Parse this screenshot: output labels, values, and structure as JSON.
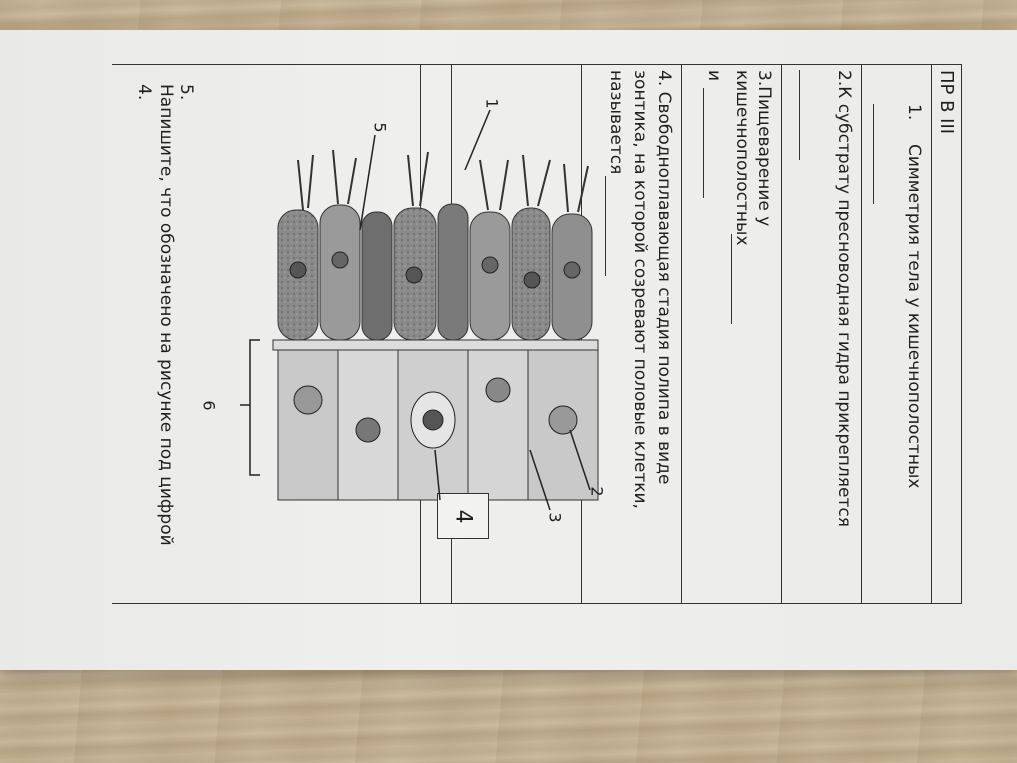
{
  "worksheet": {
    "header": "ПР В III",
    "q1": {
      "number": "1.",
      "text": "Симметрия тела у кишечнополостных"
    },
    "q2": {
      "text": "2.К субстрату пресноводная гидра прикрепляется"
    },
    "q3": {
      "line1": "3.Пищеварение у",
      "line2": "кишечнополостных",
      "line3": "и"
    },
    "q4": {
      "line1": "4. Свободноплавающая стадия полипа в виде",
      "line2": "зонтика, на которой созревают половые клетки,",
      "line3": "называется"
    },
    "q5": {
      "number": "5."
    },
    "q6": {
      "text": "Напишите, что обозначено на рисунке под цифрой",
      "number": "4."
    },
    "figure": {
      "labels": [
        "1",
        "2",
        "3",
        "4",
        "5",
        "6"
      ]
    }
  }
}
